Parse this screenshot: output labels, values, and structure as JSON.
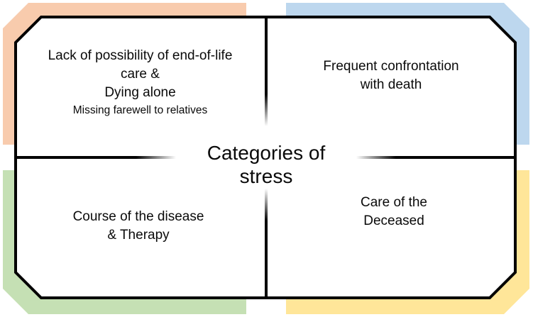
{
  "colors": {
    "top_left_bg": "#f8cbad",
    "top_right_bg": "#bdd7ee",
    "bottom_left_bg": "#c5e0b4",
    "bottom_right_bg": "#ffe699",
    "border": "#000000"
  },
  "center_title": {
    "lines": [
      "Categories of",
      "stress"
    ]
  },
  "quadrants": {
    "top_left": {
      "lines": [
        "Lack of possibility of end-of-life",
        "care &",
        "Dying alone"
      ],
      "subtext": "Missing farewell to relatives"
    },
    "top_right": {
      "lines": [
        "Frequent confrontation",
        "with death"
      ]
    },
    "bottom_left": {
      "lines": [
        "Course of the disease",
        "& Therapy"
      ]
    },
    "bottom_right": {
      "lines": [
        "Care of the",
        "Deceased"
      ]
    }
  }
}
